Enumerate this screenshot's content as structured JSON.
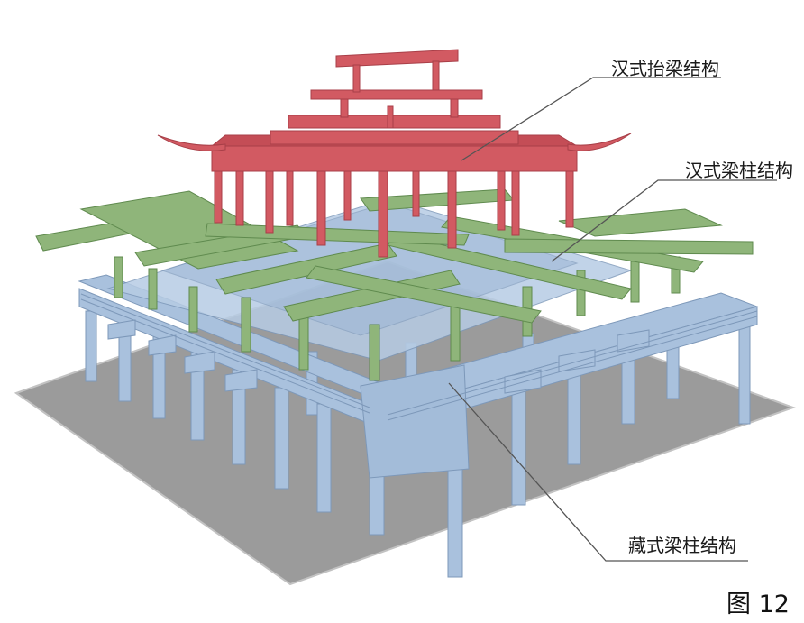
{
  "labels": {
    "han_tailiang": "汉式抬梁结构",
    "han_liangzhu": "汉式梁柱结构",
    "zang_liangzhu": "藏式梁柱结构"
  },
  "figure_number": "图 12",
  "colors": {
    "ground": "#9b9b9b",
    "ground_edge": "#bdbdbd",
    "tibetan": "#a9c1dd",
    "tibetan_dark": "#8aa6c8",
    "han_beam": "#8fb57a",
    "han_beam_dark": "#6f9a5e",
    "han_roof": "#d25a62",
    "han_roof_dark": "#b0434c",
    "leader_line": "#555555"
  }
}
